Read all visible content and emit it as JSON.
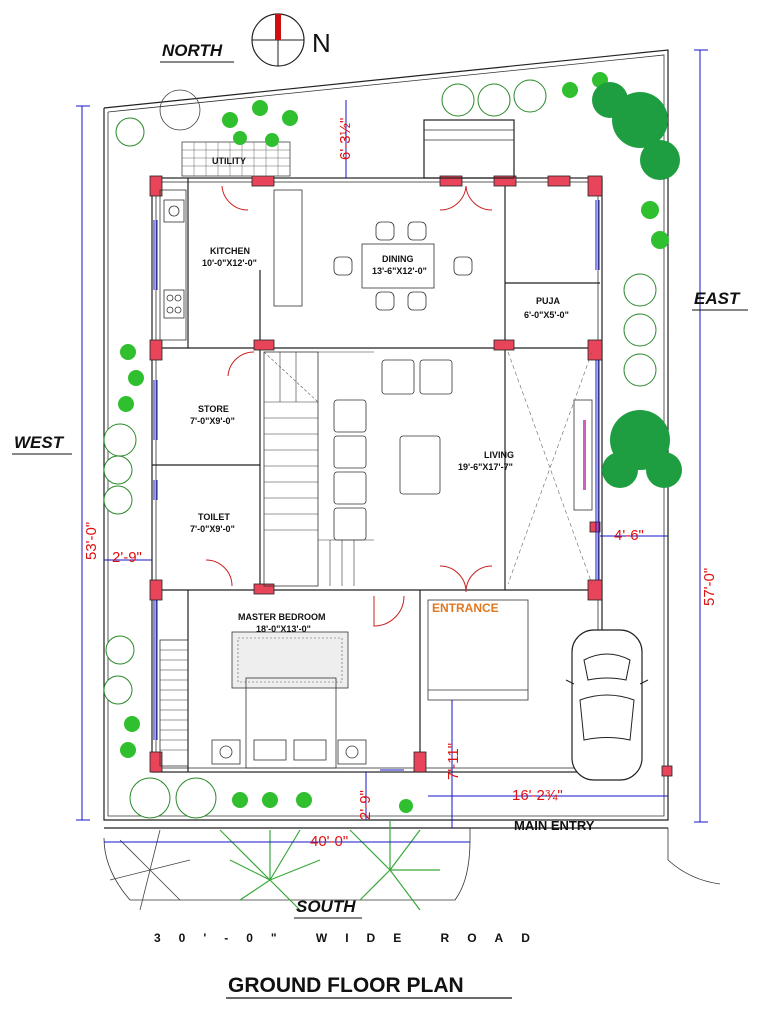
{
  "title": "GROUND FLOOR PLAN",
  "compass": {
    "letter": "N"
  },
  "directions": {
    "north": "NORTH",
    "south": "SOUTH",
    "east": "EAST",
    "west": "WEST"
  },
  "rooms": {
    "utility": {
      "name": "UTILITY"
    },
    "kitchen": {
      "name": "KITCHEN",
      "size": "10'-0\"X12'-0\""
    },
    "dining": {
      "name": "DINING",
      "size": "13'-6\"X12'-0\""
    },
    "puja": {
      "name": "PUJA",
      "size": "6'-0\"X5'-0\""
    },
    "store": {
      "name": "STORE",
      "size": "7'-0\"X9'-0\""
    },
    "living": {
      "name": "LIVING",
      "size": "19'-6\"X17'-7\""
    },
    "toilet": {
      "name": "TOILET",
      "size": "7'-0\"X9'-0\""
    },
    "master_bedroom": {
      "name": "MASTER BEDROOM",
      "size": "18'-0\"X13'-0\""
    }
  },
  "entrance": "ENTRANCE",
  "main_entry": "MAIN ENTRY",
  "road": "30'-0\" WIDE ROAD",
  "dimensions": {
    "north_setback": "6'-3½\"",
    "west_total": "53'-0\"",
    "east_total": "57'-0\"",
    "west_setback": "2'-9\"",
    "east_setback": "4'-6\"",
    "south_setback": "2'-9\"",
    "parking_depth": "7'-11\"",
    "parking_width": "16'-2¾\"",
    "front_width": "40'-0\""
  },
  "colors": {
    "dimension_text": "#e01010",
    "dimension_line": "#1414c8",
    "column": "#e8455a",
    "foliage": "#2fbf2f",
    "entrance_text": "#e07820"
  }
}
